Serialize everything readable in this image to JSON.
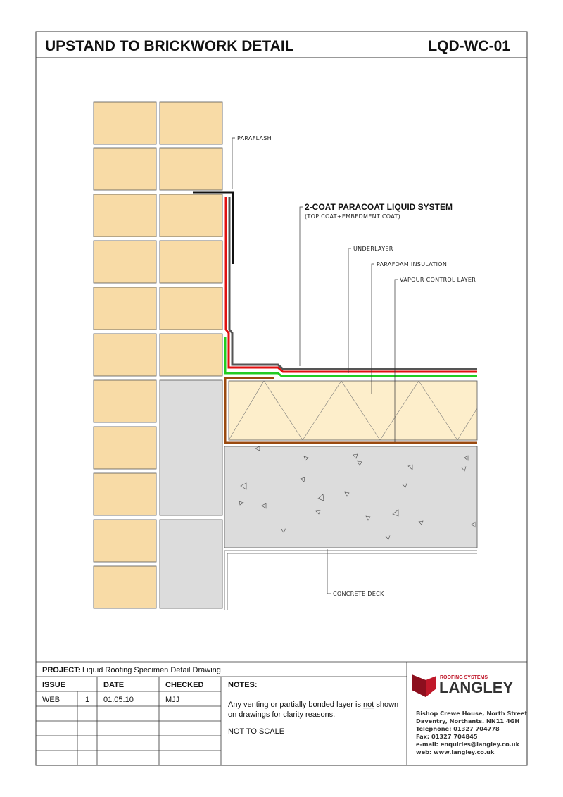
{
  "header": {
    "title": "UPSTAND TO BRICKWORK DETAIL",
    "drawing_no": "LQD-WC-01"
  },
  "labels": {
    "paraflash": "PARAFLASH",
    "system": "2-COAT PARACOAT LIQUID SYSTEM",
    "system_sub": "(TOP  COAT+EMBEDMENT  COAT)",
    "underlayer": "UNDERLAYER",
    "insulation": "PARAFOAM  INSULATION",
    "vcl": "VAPOUR  CONTROL  LAYER",
    "deck": "CONCRETE  DECK"
  },
  "title_block": {
    "project_label": "PROJECT:",
    "project_value": "Liquid Roofing Specimen Detail Drawing",
    "columns": [
      "ISSUE",
      "",
      "DATE",
      "CHECKED"
    ],
    "rows": [
      [
        "WEB",
        "1",
        "01.05.10",
        "MJJ"
      ]
    ],
    "notes_label": "NOTES:",
    "note_1a": "Any venting or partially bonded layer is ",
    "note_1u": "not",
    "note_1b": " shown",
    "note_1c": "on drawings for clarity reasons.",
    "note_2": "NOT TO SCALE"
  },
  "company": {
    "tagline": "ROOFING SYSTEMS",
    "name": "LANGLEY",
    "address": [
      "Bishop Crewe House, North Street",
      "Daventry, Northants. NN11 4GH",
      "Telephone: 01327 704778",
      "Fax: 01327 704845",
      "e-mail: enquiries@langley.co.uk",
      "web: www.langley.co.uk"
    ],
    "brand_color": "#c0182a"
  }
}
